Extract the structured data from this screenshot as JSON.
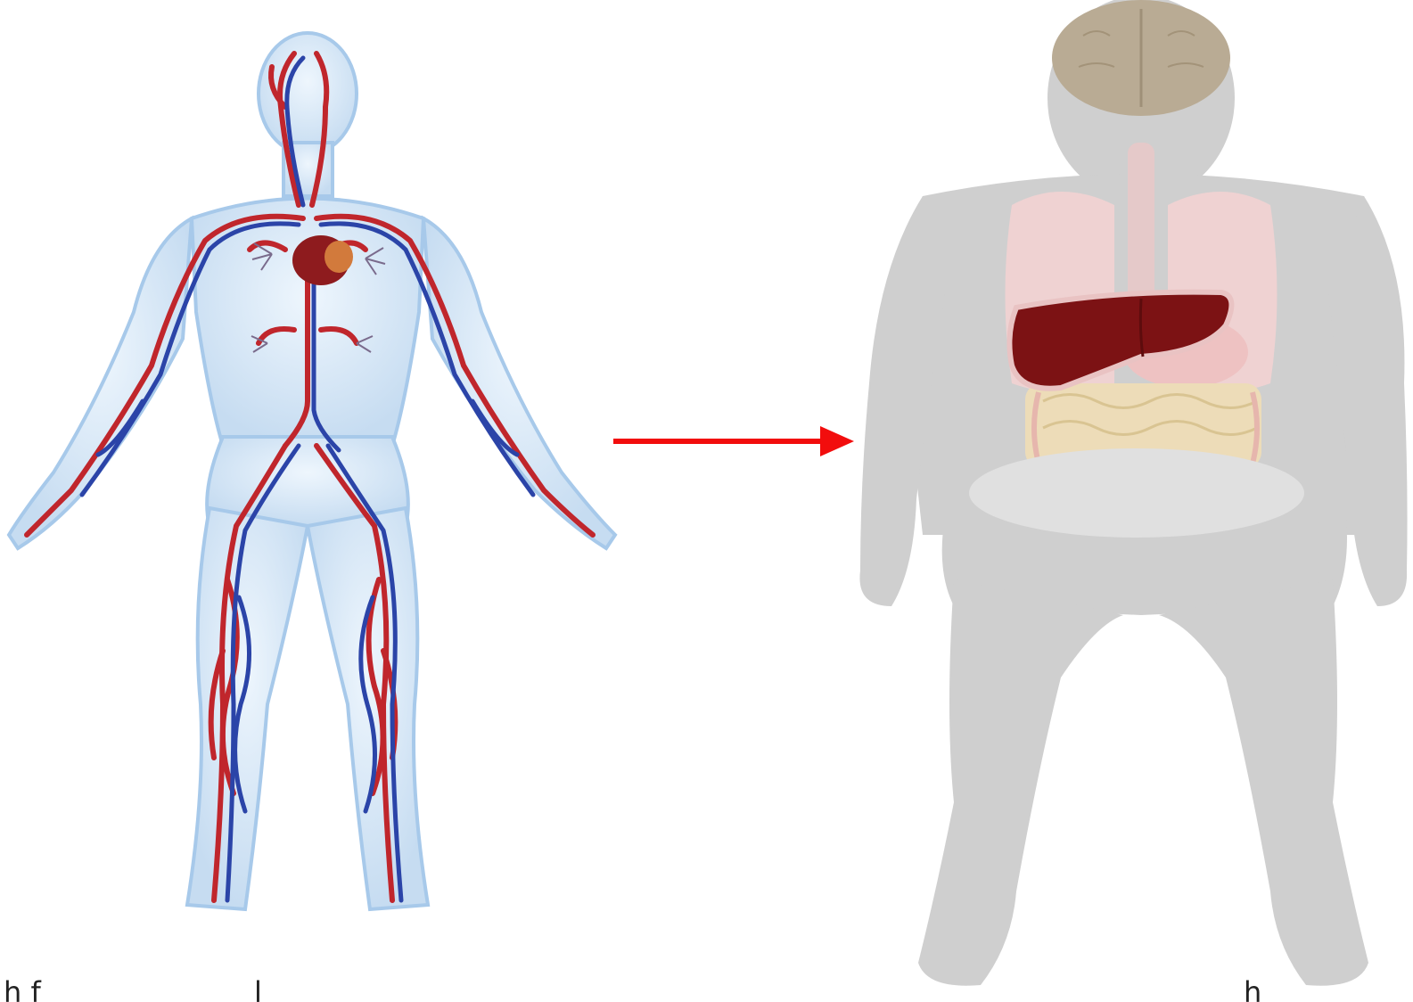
{
  "figure": {
    "left_panel": {
      "icon": "circulatory-system-figure",
      "colors": {
        "body": "#d3e6f6",
        "body_outline": "#a7c9ea",
        "artery": "#c0262c",
        "vein": "#2b44a8",
        "heart": "#8e1b1e"
      }
    },
    "arrow": {
      "icon": "right-arrow-icon",
      "color": "#f20d0d"
    },
    "right_panel": {
      "icon": "body-silhouette-with-organs",
      "colors": {
        "silhouette": "#cfcfcf",
        "brain": "#b9ab94",
        "lungs": "#efd2d2",
        "liver": "#7c1214",
        "intestines": "#eddcb8",
        "pelvis_oval": "#e0e0e0"
      }
    },
    "caption_fragments": [
      "h f",
      "l",
      "h"
    ]
  }
}
